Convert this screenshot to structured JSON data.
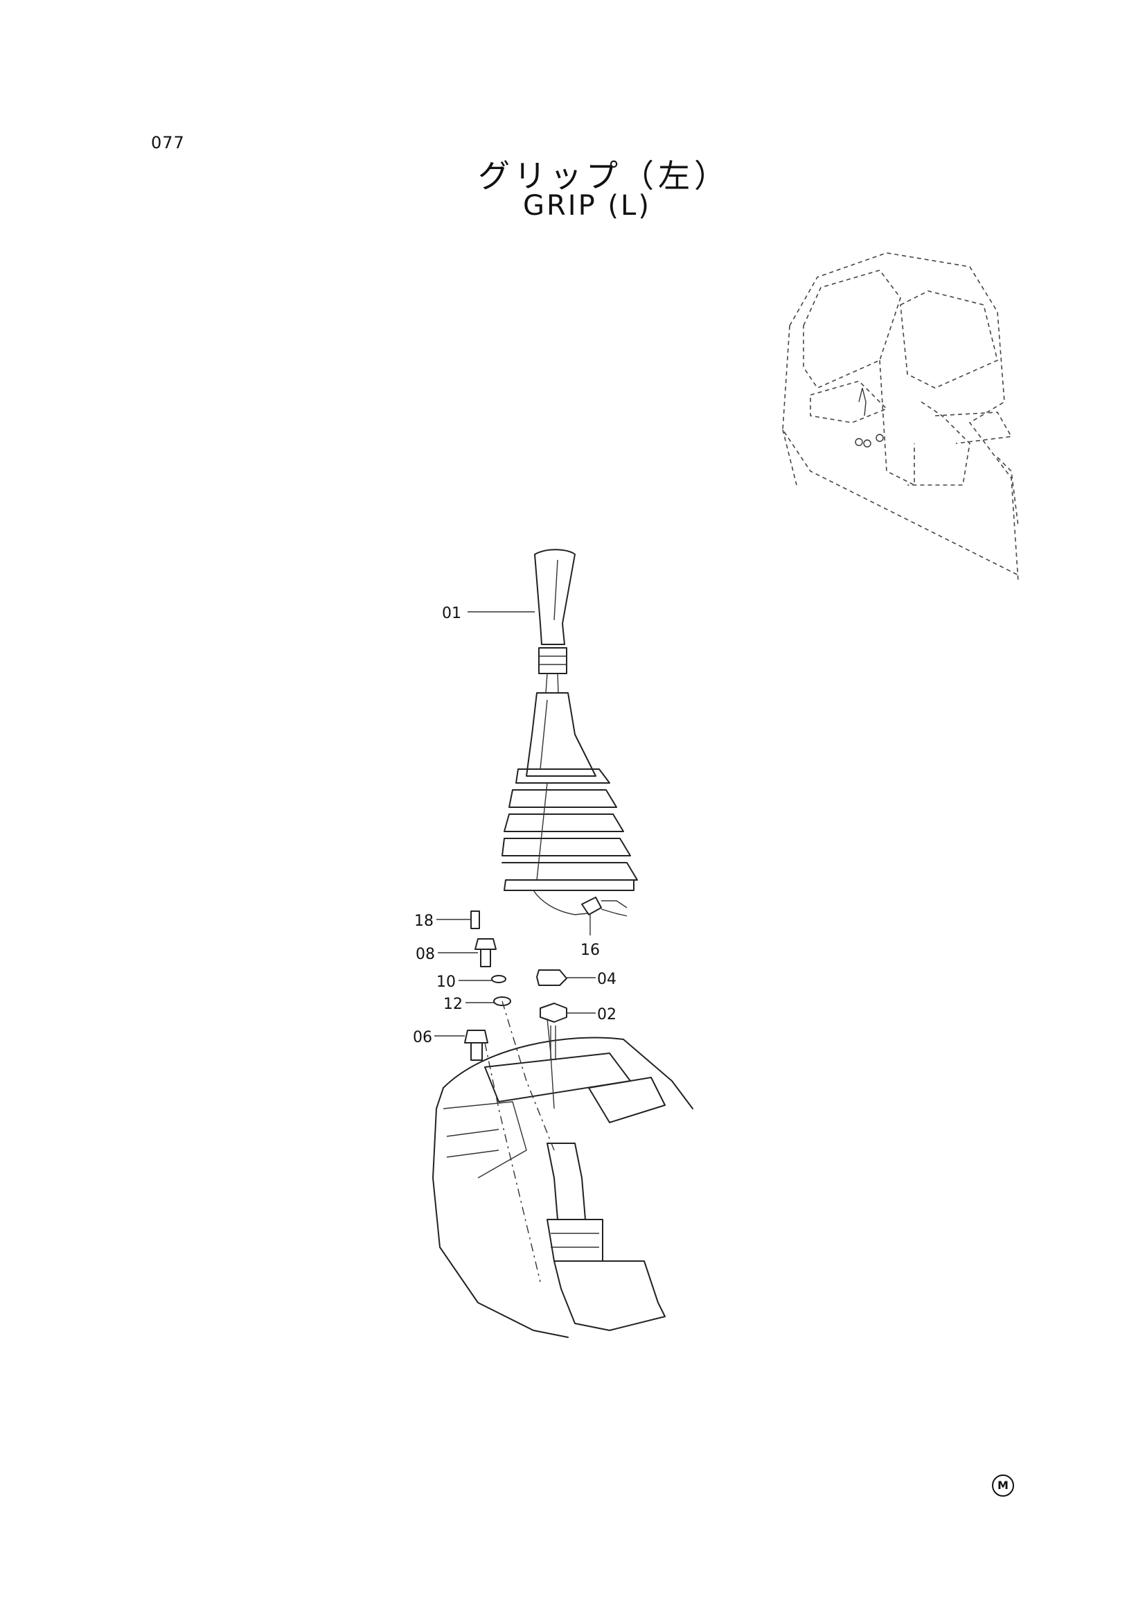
{
  "header": {
    "page_number": "077",
    "title_jp": "グリップ（左）",
    "title_en": "GRIP (L)"
  },
  "callouts": {
    "c01": "01",
    "c02": "02",
    "c04": "04",
    "c06": "06",
    "c08": "08",
    "c10": "10",
    "c12": "12",
    "c16": "16",
    "c18": "18"
  },
  "footer": {
    "mark": "M"
  }
}
